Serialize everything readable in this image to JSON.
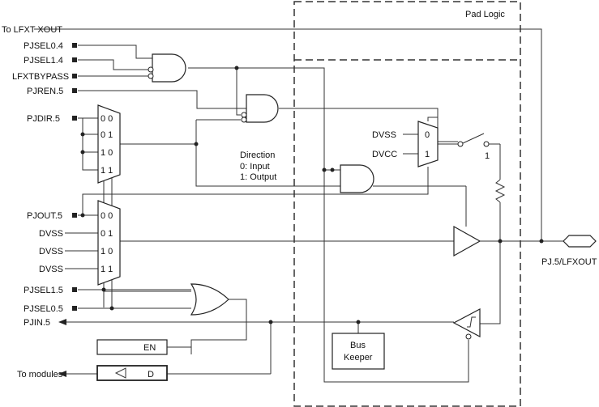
{
  "pad_logic": "Pad Logic",
  "signals": {
    "to_lfxt_xout": "To LFXT XOUT",
    "pjsel0_4": "PJSEL0.4",
    "pjsel1_4": "PJSEL1.4",
    "lfxtbypass": "LFXTBYPASS",
    "pjren_5": "PJREN.5",
    "pjdir_5": "PJDIR.5",
    "pjout_5": "PJOUT.5",
    "dvss_1": "DVSS",
    "dvss_2": "DVSS",
    "dvss_3": "DVSS",
    "pjsel1_5": "PJSEL1.5",
    "pjsel0_5": "PJSEL0.5",
    "pjin_5": "PJIN.5",
    "to_modules": "To modules",
    "pin_name": "PJ.5/LFXOUT"
  },
  "mux1_inputs": [
    "0 0",
    "0 1",
    "1 0",
    "1 1"
  ],
  "mux2_inputs": [
    "0 0",
    "0 1",
    "1 0",
    "1 1"
  ],
  "direction": {
    "title": "Direction",
    "line1": "0: Input",
    "line2": "1: Output"
  },
  "pull_mux": {
    "dvss": "DVSS",
    "dvcc": "DVCC",
    "in0": "0",
    "in1": "1"
  },
  "switch_label": "1",
  "latch": {
    "en": "EN",
    "d": "D"
  },
  "bus_keeper": {
    "line1": "Bus",
    "line2": "Keeper"
  }
}
